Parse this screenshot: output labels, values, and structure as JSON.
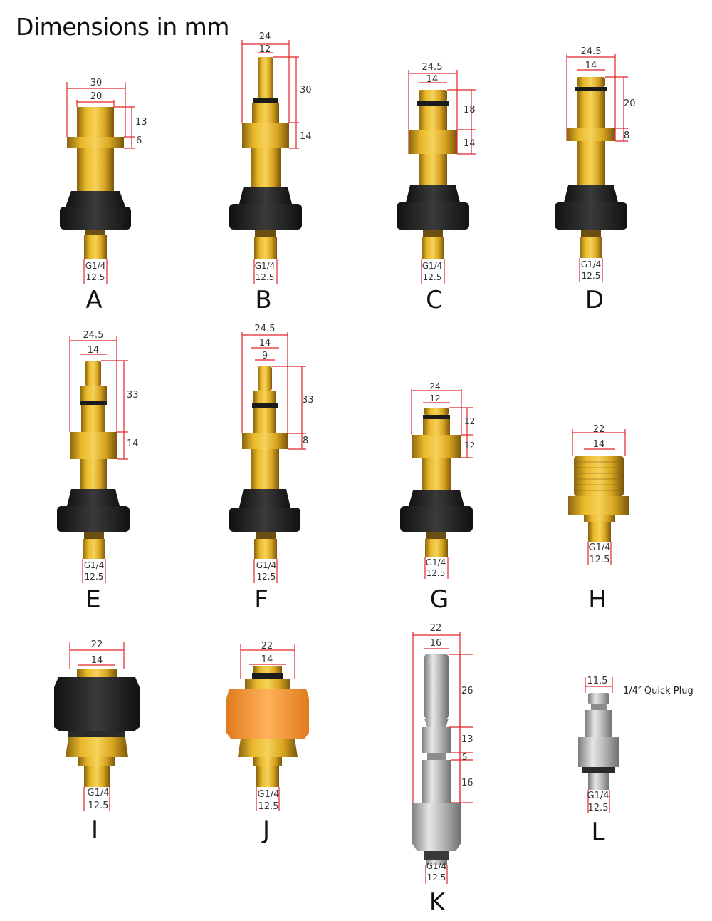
{
  "title": "Dimensions in mm",
  "colors": {
    "brass": "#d9a520",
    "brass_dark": "#8a6410",
    "rubber": "#262626",
    "orange": "#f79a3a",
    "steel": "#b8b8b8",
    "dimension_line": "#e0242a"
  },
  "adapters": [
    {
      "label": "A",
      "top_outer": "30",
      "top_inner": "20",
      "side1": "13",
      "side2": "6",
      "thread": "G1/4",
      "thread_dia": "12.5"
    },
    {
      "label": "B",
      "top_outer": "24",
      "top_inner": "12",
      "side1": "30",
      "side2": "14",
      "thread": "G1/4",
      "thread_dia": "12.5"
    },
    {
      "label": "C",
      "top_outer": "24.5",
      "top_inner": "14",
      "side1": "18",
      "side2": "14",
      "thread": "G1/4",
      "thread_dia": "12.5"
    },
    {
      "label": "D",
      "top_outer": "24.5",
      "top_inner": "14",
      "side1": "20",
      "side2": "8",
      "thread": "G1/4",
      "thread_dia": "12.5"
    },
    {
      "label": "E",
      "top_outer": "24.5",
      "top_inner": "14",
      "side1": "33",
      "side2": "14",
      "thread": "G1/4",
      "thread_dia": "12.5"
    },
    {
      "label": "F",
      "top_outer": "24.5",
      "top_inner": "14",
      "top_third": "9",
      "side1": "33",
      "side2": "8",
      "thread": "G1/4",
      "thread_dia": "12.5"
    },
    {
      "label": "G",
      "top_outer": "24",
      "top_inner": "12",
      "side1": "12",
      "side2": "12",
      "thread": "G1/4",
      "thread_dia": "12.5"
    },
    {
      "label": "H",
      "top_outer": "22",
      "top_inner": "14",
      "thread": "G1/4",
      "thread_dia": "12.5"
    },
    {
      "label": "I",
      "top_outer": "22",
      "top_inner": "14",
      "thread": "G1/4",
      "thread_dia": "12.5"
    },
    {
      "label": "J",
      "top_outer": "22",
      "top_inner": "14",
      "thread": "G1/4",
      "thread_dia": "12.5"
    },
    {
      "label": "K",
      "top_outer": "22",
      "top_inner": "16",
      "side1": "26",
      "side2": "13",
      "side3": "5",
      "side4": "16",
      "thread": "G1/4",
      "thread_dia": "12.5"
    },
    {
      "label": "L",
      "top_outer": "11.5",
      "note": "1/4″ Quick Plug",
      "thread": "G1/4",
      "thread_dia": "12.5"
    }
  ]
}
